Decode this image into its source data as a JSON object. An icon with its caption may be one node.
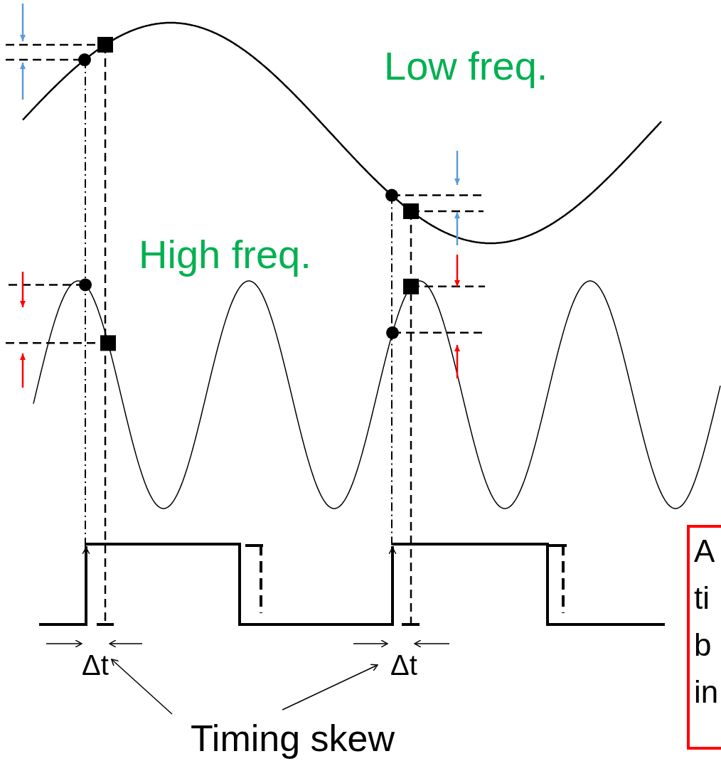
{
  "diagram": {
    "nodes": [
      {
        "text": [
          "Timing skew"
        ]
      },
      {
        "text": [
          "A ti b in"
        ]
      },
      {
        "text": [
          "Δt"
        ]
      },
      {
        "text": [
          "Δt"
        ]
      }
    ],
    "edges": [
      {
        "from": 0,
        "to": 2,
        "arrow": "to"
      },
      {
        "from": 0,
        "to": 3,
        "arrow": "to"
      }
    ],
    "labels": [
      "Low freq.",
      "High freq."
    ]
  }
}
